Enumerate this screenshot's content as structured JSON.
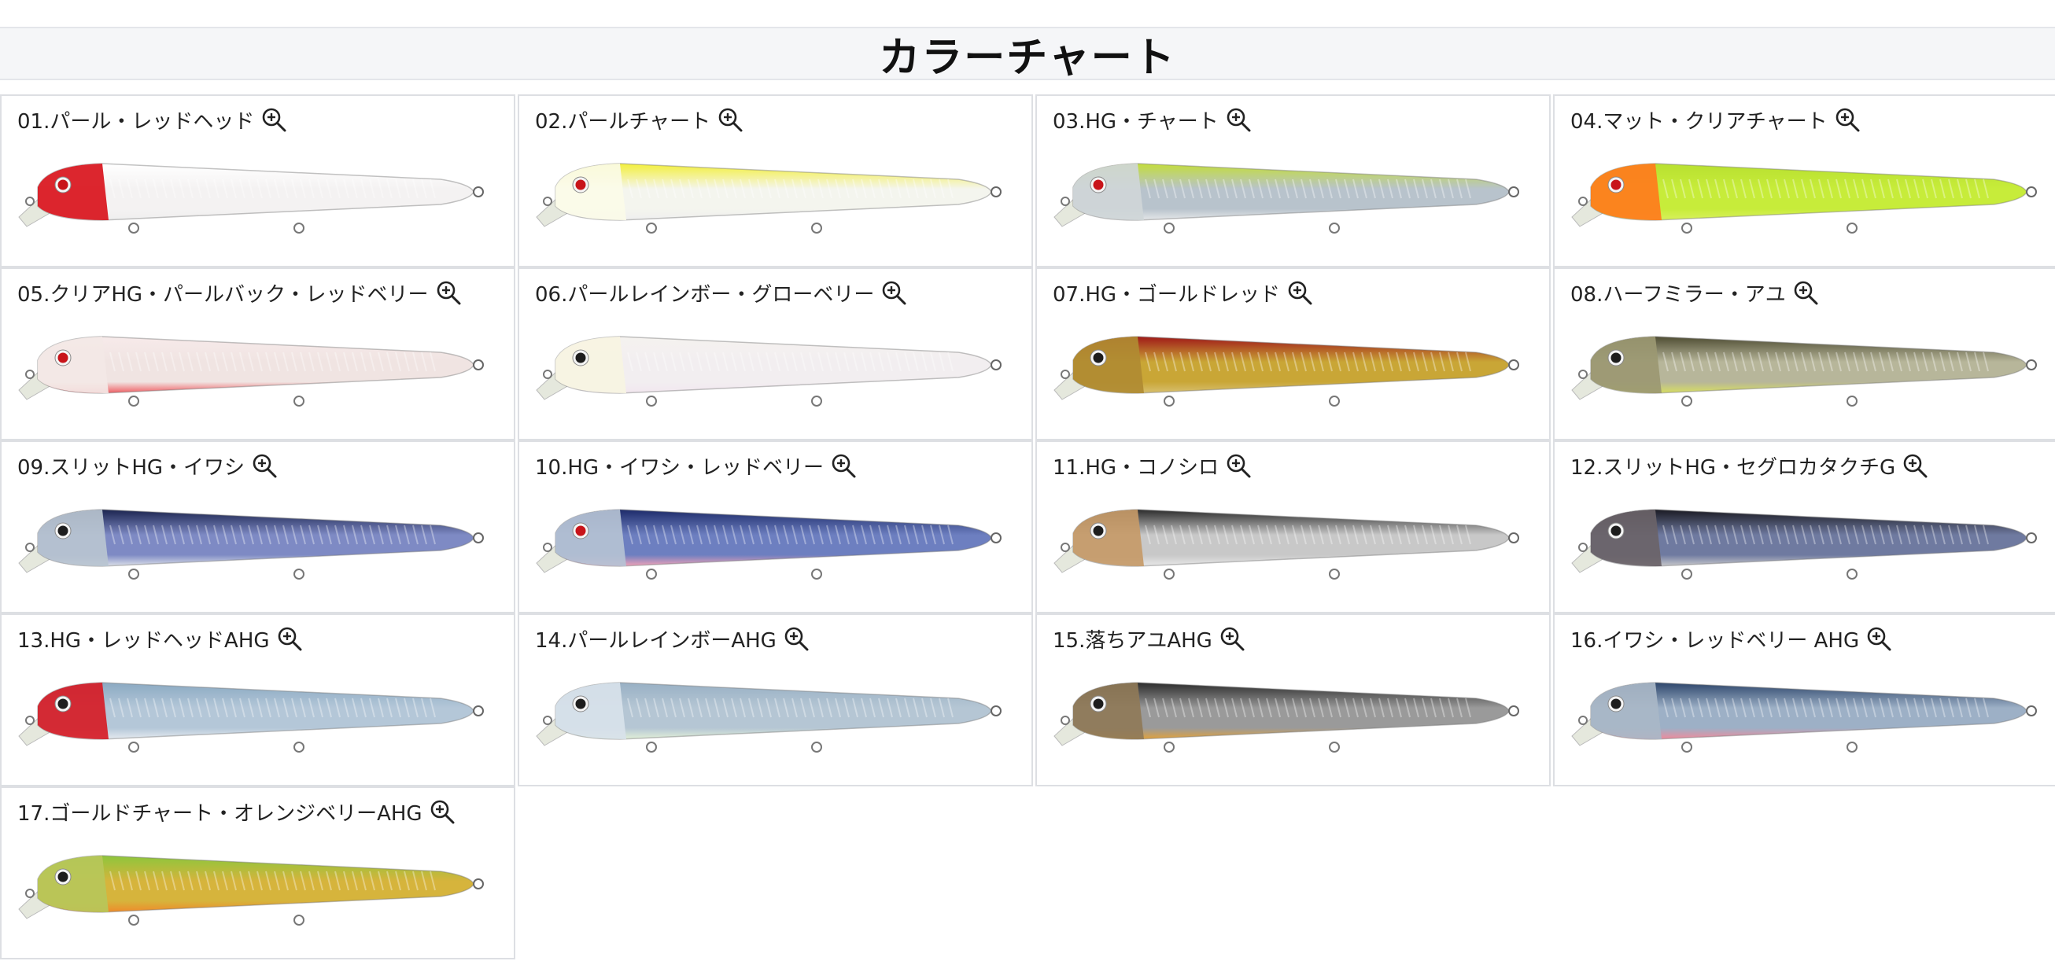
{
  "header": {
    "title": "カラーチャート"
  },
  "icons": {
    "zoom": "zoom-in-magnifier-icon"
  },
  "items": [
    {
      "label": "01.パール・レッドヘッド",
      "head": "#d9141c",
      "body": "#f4f2f2",
      "back": "#ffffff",
      "belly": "#efefef",
      "eye": "#c8141a"
    },
    {
      "label": "02.パールチャート",
      "head": "#fbfbe8",
      "body": "#f4f5ee",
      "back": "#f3ef3a",
      "belly": "#efefef",
      "eye": "#c8141a"
    },
    {
      "label": "03.HG・チャート",
      "head": "#cfd6d8",
      "body": "#b8c3cc",
      "back": "#c3dd3a",
      "belly": "#e6e8ea",
      "eye": "#c8141a"
    },
    {
      "label": "04.マット・クリアチャート",
      "head": "#ff7b1c",
      "body": "#c7ec3a",
      "back": "#b8e030",
      "belly": "#d8f05c",
      "eye": "#c8141a"
    },
    {
      "label": "05.クリアHG・パールバック・レッドベリー",
      "head": "#f3e8e6",
      "body": "#f0e4e2",
      "back": "#f7eaea",
      "belly": "#ef5d62",
      "eye": "#c8141a"
    },
    {
      "label": "06.パールレインボー・グローベリー",
      "head": "#f7f4e2",
      "body": "#f2eef0",
      "back": "#f5f2ef",
      "belly": "#f2e7ef",
      "eye": "#1d1d1d"
    },
    {
      "label": "07.HG・ゴールドレッド",
      "head": "#b08b32",
      "body": "#c9a636",
      "back": "#a01818",
      "belly": "#d8c070",
      "eye": "#1d1d1d"
    },
    {
      "label": "08.ハーフミラー・アユ",
      "head": "#9b9872",
      "body": "#b7b69a",
      "back": "#4f4d33",
      "belly": "#d8df60",
      "eye": "#1d1d1d"
    },
    {
      "label": "09.スリットHG・イワシ",
      "head": "#b9c4d0",
      "body": "#7e8ac4",
      "back": "#1b244f",
      "belly": "#dee2ea",
      "eye": "#1d1d1d"
    },
    {
      "label": "10.HG・イワシ・レッドベリー",
      "head": "#b5c2d4",
      "body": "#6d7fc0",
      "back": "#1d2b6a",
      "belly": "#f2a3b8",
      "eye": "#c8141a"
    },
    {
      "label": "11.HG・コノシロ",
      "head": "#c59a68",
      "body": "#c8c8c8",
      "back": "#2b2b2b",
      "belly": "#e8e8e8",
      "eye": "#1d1d1d"
    },
    {
      "label": "12.スリットHG・セグロカタクチG",
      "head": "#6a6368",
      "body": "#6f7aa0",
      "back": "#1a1a22",
      "belly": "#c9c9cc",
      "eye": "#1d1d1d"
    },
    {
      "label": "13.HG・レッドヘッドAHG",
      "head": "#d61c26",
      "body": "#b4c7d8",
      "back": "#8aa9c2",
      "belly": "#e6ebf0",
      "eye": "#1d1d1d"
    },
    {
      "label": "14.パールレインボーAHG",
      "head": "#d8e2ea",
      "body": "#b5c6d4",
      "back": "#98b0c4",
      "belly": "#e2f0d8",
      "eye": "#1d1d1d"
    },
    {
      "label": "15.落ちアユAHG",
      "head": "#8f7a58",
      "body": "#9a9a9a",
      "back": "#2c2c2c",
      "belly": "#e3a23a",
      "eye": "#1d1d1d"
    },
    {
      "label": "16.イワシ・レッドベリー AHG",
      "head": "#a9b7c7",
      "body": "#9db0c6",
      "back": "#2d466c",
      "belly": "#f08b9c",
      "eye": "#1d1d1d"
    },
    {
      "label": "17.ゴールドチャート・オレンジベリーAHG",
      "head": "#b7c75a",
      "body": "#d6b43c",
      "back": "#8dc63c",
      "belly": "#ef8a2a",
      "eye": "#1d1d1d"
    }
  ]
}
